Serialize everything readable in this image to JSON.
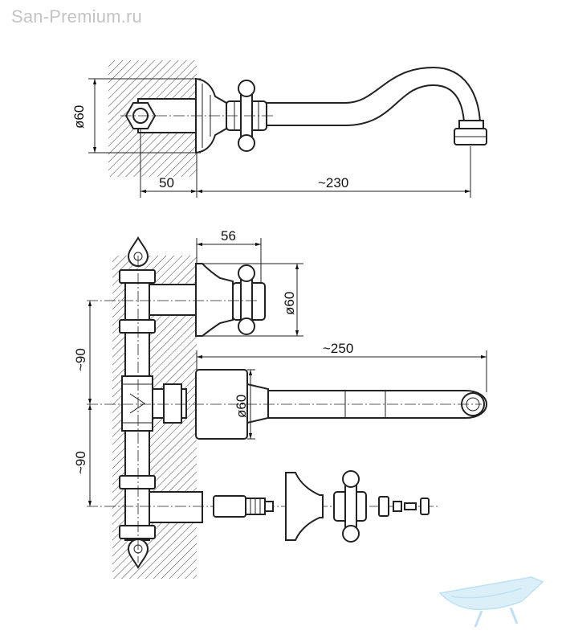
{
  "watermark": "San-Premium.ru",
  "logo": {
    "name": "bathtub-logo",
    "color": "#a8d8ee"
  },
  "top_view": {
    "diameter": "ø60",
    "wall_offset": "50",
    "spout_length": "~230"
  },
  "front_view": {
    "handle_width": "56",
    "handle_diameter": "ø60",
    "spout_length": "~250",
    "spout_diameter": "ø60",
    "upper_spacing": "~90",
    "lower_spacing": "~90"
  },
  "inlets": {
    "hot": "hot-water-drop-icon",
    "cold": "cold-water-drop-icon"
  }
}
